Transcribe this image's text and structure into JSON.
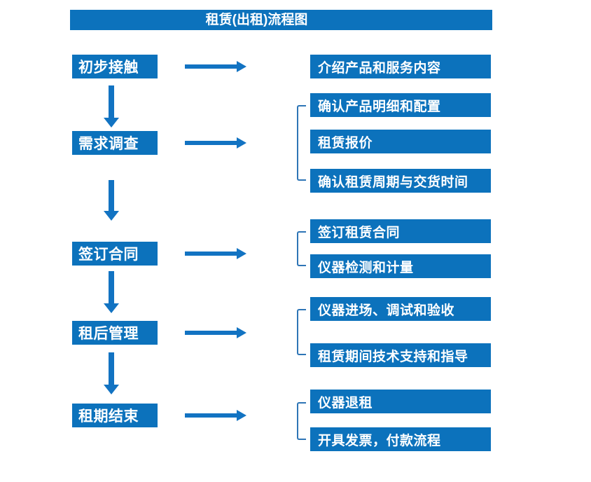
{
  "title": "租赁(出租)流程图",
  "colors": {
    "box_blue": "#0C72BC",
    "arrow_blue": "#1273C2",
    "bracket_blue": "#2E75B6",
    "text_white": "#FFFFFF",
    "canvas_bg": "#FFFFFF"
  },
  "flow": {
    "steps": [
      {
        "label": "初步接触",
        "details": [
          "介绍产品和服务内容"
        ]
      },
      {
        "label": "需求调查",
        "details": [
          "确认产品明细和配置",
          "租赁报价",
          "确认租赁周期与交货时间"
        ]
      },
      {
        "label": "签订合同",
        "details": [
          "签订租赁合同",
          "仪器检测和计量"
        ]
      },
      {
        "label": "租后管理",
        "details": [
          "仪器进场、调试和验收",
          "租赁期间技术支持和指导"
        ]
      },
      {
        "label": "租期结束",
        "details": [
          "仪器退租",
          "开具发票，付款流程"
        ]
      }
    ]
  }
}
